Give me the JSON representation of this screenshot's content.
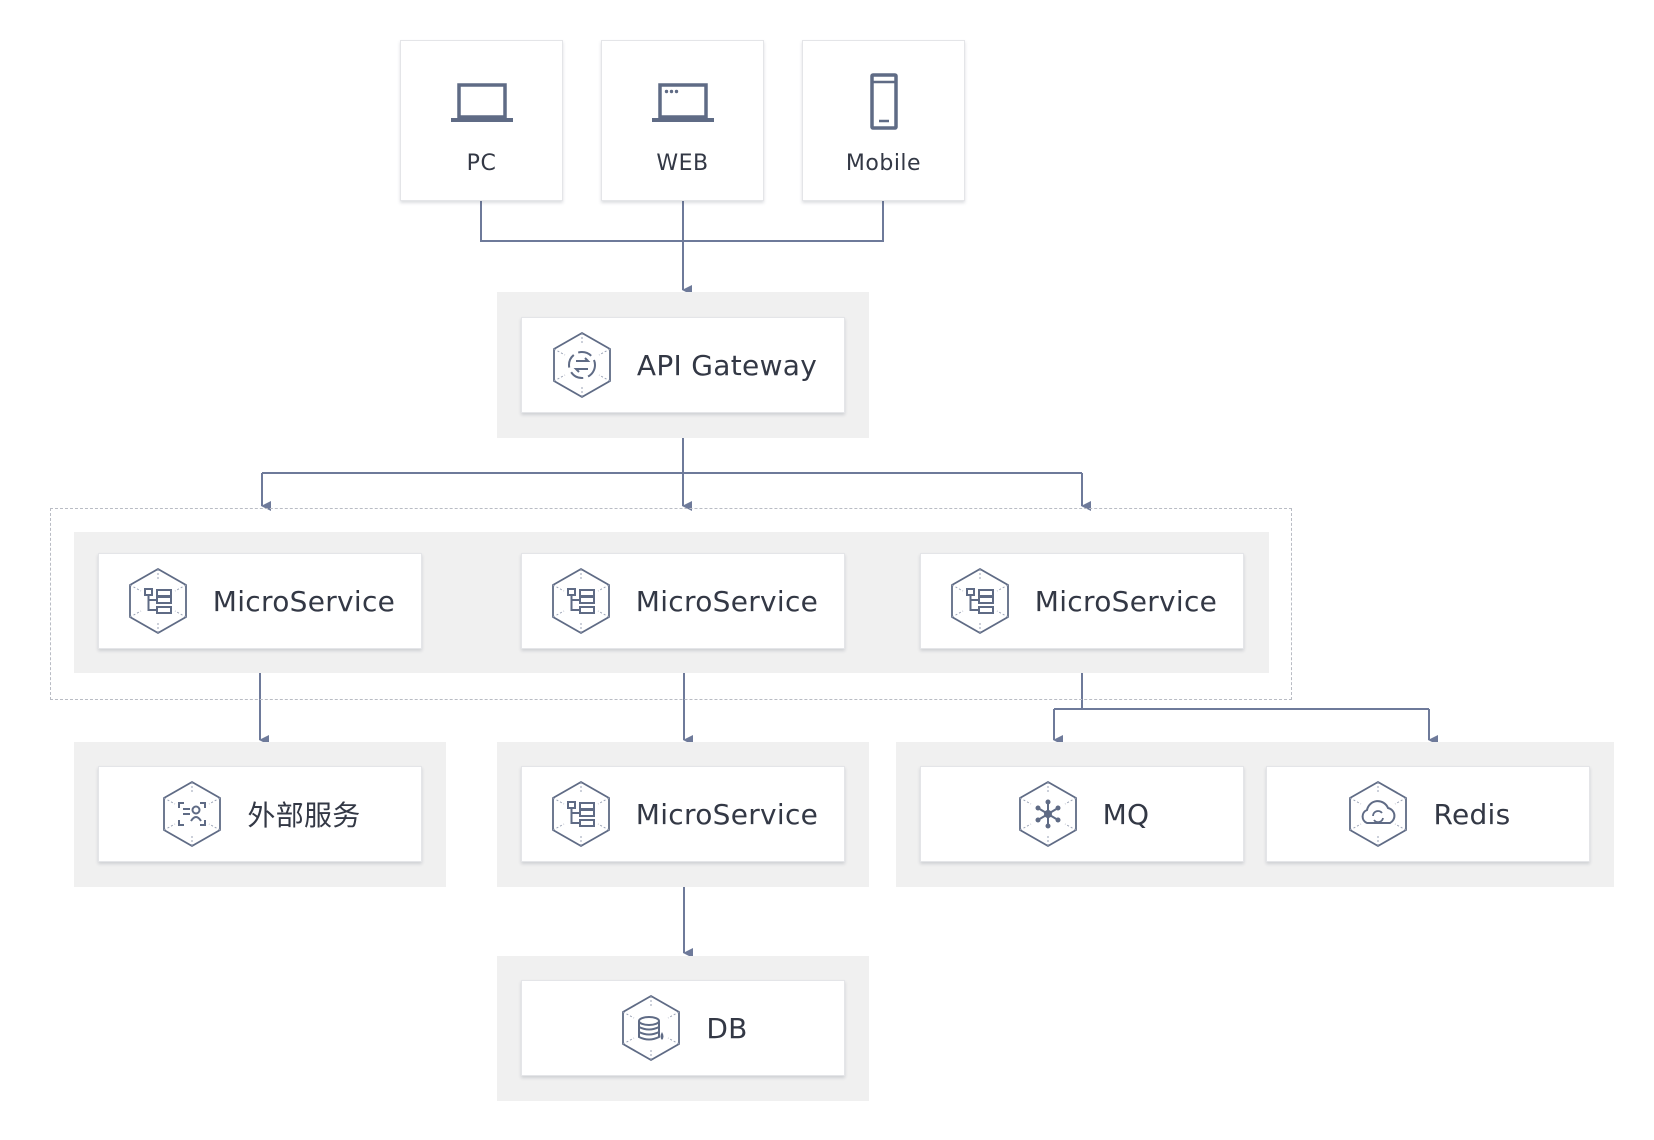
{
  "colors": {
    "line": "#6e7a9a",
    "icon": "#5f6b85",
    "panel": "#f0f0f0",
    "dashed": "#b9bcc4"
  },
  "clients": {
    "pc": {
      "label": "PC",
      "icon": "laptop-icon"
    },
    "web": {
      "label": "WEB",
      "icon": "browser-window-icon"
    },
    "mobile": {
      "label": "Mobile",
      "icon": "mobile-phone-icon"
    }
  },
  "gateway": {
    "label": "API Gateway",
    "icon": "gateway-icon"
  },
  "microservices": [
    {
      "label": "MicroService",
      "icon": "tree-structure-icon"
    },
    {
      "label": "MicroService",
      "icon": "tree-structure-icon"
    },
    {
      "label": "MicroService",
      "icon": "tree-structure-icon"
    }
  ],
  "external": {
    "label": "外部服务",
    "icon": "scan-person-icon"
  },
  "downstream_service": {
    "label": "MicroService",
    "icon": "tree-structure-icon"
  },
  "mq": {
    "label": "MQ",
    "icon": "network-hub-icon"
  },
  "redis": {
    "label": "Redis",
    "icon": "cloud-sync-icon"
  },
  "db": {
    "label": "DB",
    "icon": "database-icon"
  }
}
